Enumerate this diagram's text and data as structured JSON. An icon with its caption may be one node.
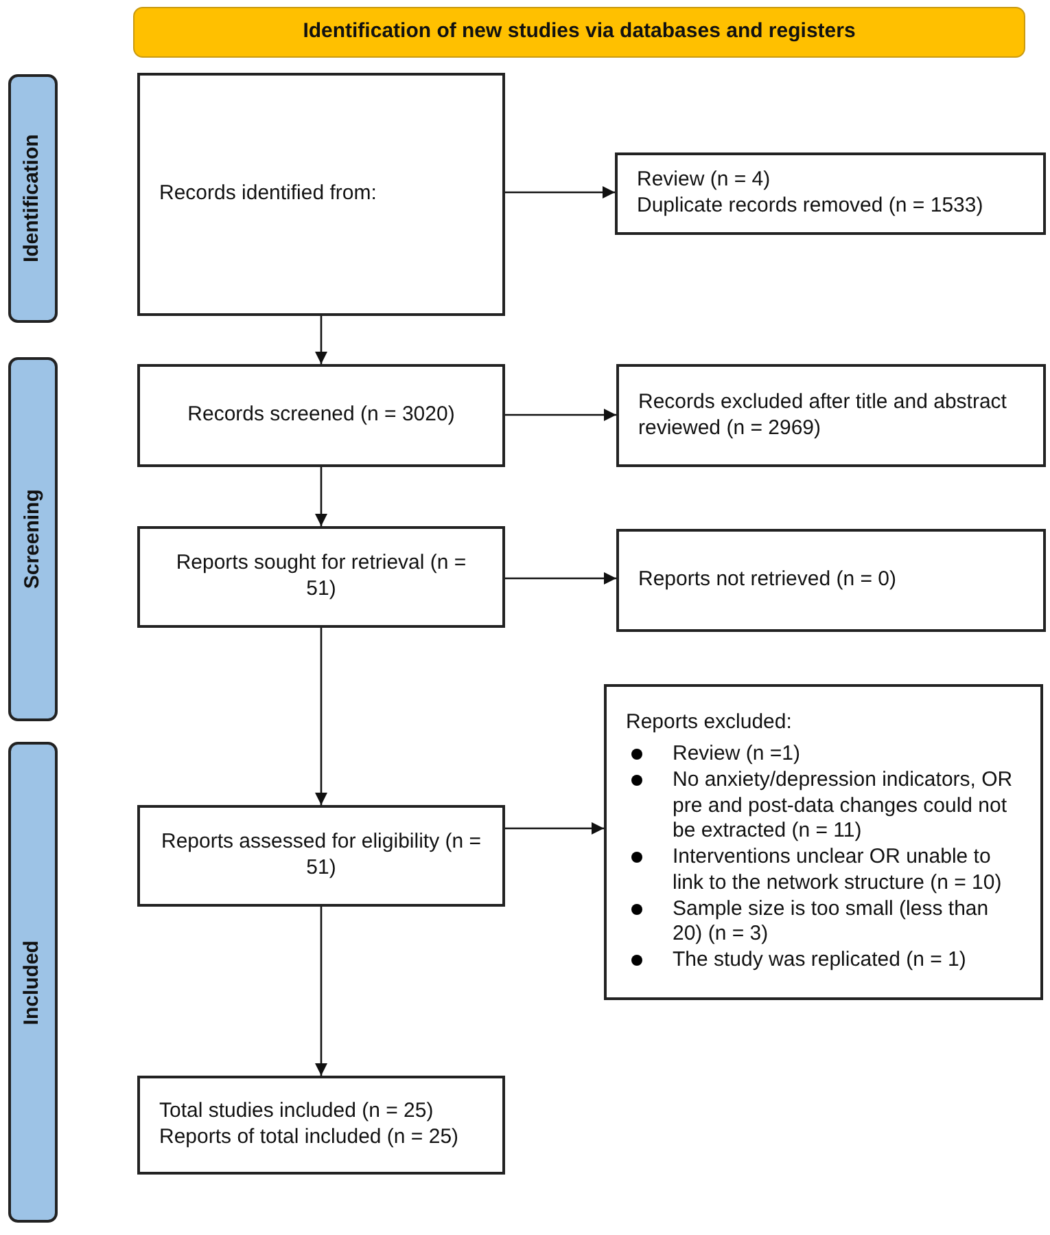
{
  "diagram": {
    "nodes": [
      {
        "text": [
          "Identification of new studies via databases and registers"
        ]
      },
      {
        "text": [
          "Identification"
        ]
      },
      {
        "text": [
          "Screening"
        ]
      },
      {
        "text": [
          "Included"
        ]
      },
      {
        "text": [
          "Records identified from:"
        ]
      },
      {
        "text": [
          "Review (n = 4)",
          "Duplicate records removed (n = 1533)"
        ]
      },
      {
        "text": [
          "Records screened (n = 3020)"
        ]
      },
      {
        "text": [
          "Records excluded after title and abstract reviewed (n = 2969)"
        ]
      },
      {
        "text": [
          "Reports sought for retrieval (n = 51)"
        ]
      },
      {
        "text": [
          "Reports not retrieved (n = 0)"
        ]
      },
      {
        "text": [
          "Reports assessed for eligibility (n = 51)"
        ]
      },
      {
        "text": [
          "Reports excluded:",
          "Review (n =1)",
          "No anxiety/depression indicators, OR pre and post-data changes could not be extracted (n = 11)",
          "Interventions unclear OR unable to link to the network structure (n = 10)",
          "Sample size is too small (less than 20) (n = 3)",
          "The study was replicated (n = 1)"
        ]
      },
      {
        "text": [
          "Total studies included (n = 25)",
          "Reports of total included (n = 25)"
        ]
      }
    ],
    "edges": [
      {
        "from": 4,
        "to": 5,
        "arrow": "to"
      },
      {
        "from": 4,
        "to": 6,
        "arrow": "to"
      },
      {
        "from": 6,
        "to": 7,
        "arrow": "to"
      },
      {
        "from": 6,
        "to": 8,
        "arrow": "to"
      },
      {
        "from": 8,
        "to": 9,
        "arrow": "to"
      },
      {
        "from": 8,
        "to": 10,
        "arrow": "to"
      },
      {
        "from": 10,
        "to": 11,
        "arrow": "to"
      },
      {
        "from": 10,
        "to": 12,
        "arrow": "to"
      }
    ]
  }
}
